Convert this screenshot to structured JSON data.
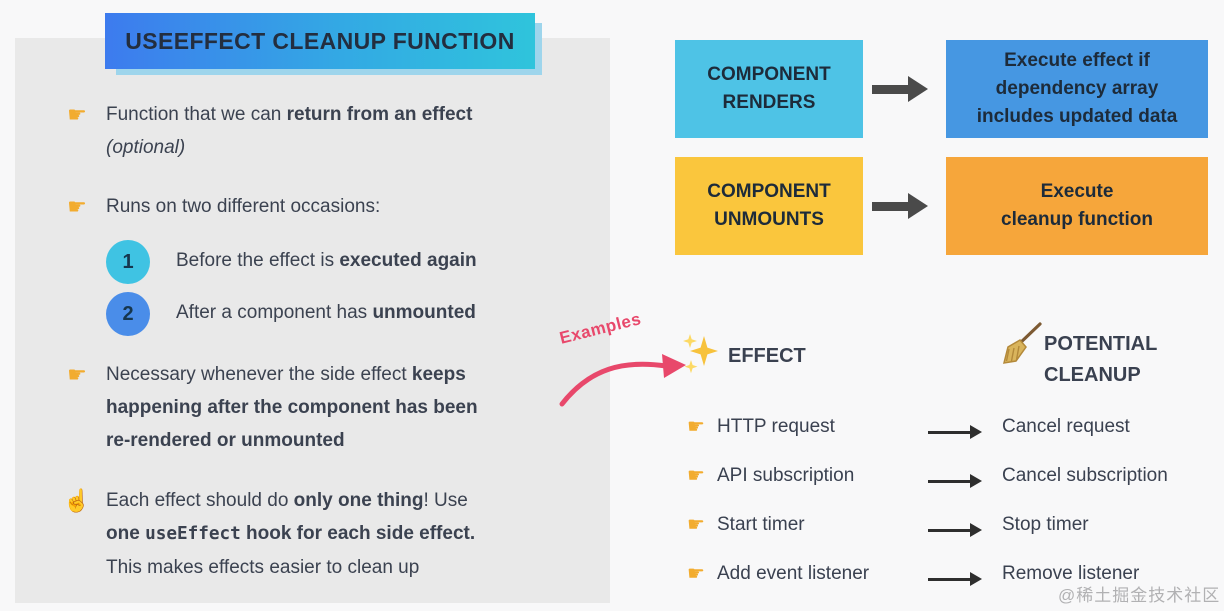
{
  "title": "USEEFFECT CLEANUP FUNCTION",
  "colors": {
    "banner_gradient_start": "#3d7bee",
    "banner_gradient_end": "#2fc4dc",
    "banner_shadow": "#9ed5ec",
    "panel_bg": "#e9e9e9",
    "page_bg": "#f8f8f9",
    "box_cyan": "#4ec3e6",
    "box_blue": "#4697e2",
    "box_yellow": "#fac63d",
    "box_orange": "#f6a63b",
    "circle_1": "#3fc3e3",
    "circle_2": "#4a8de9",
    "arrow_dark": "#4a4a4a",
    "examples_red": "#e8486b",
    "text_dark": "#3b4250",
    "hand_gold": "#f2ac2f",
    "watermark_gray": "#b1b1b3"
  },
  "bullets": {
    "b1": {
      "icon": "pointing-right-hand",
      "lines": [
        [
          {
            "t": "Function that we can "
          },
          {
            "t": "return from an effect",
            "b": true
          }
        ],
        [
          {
            "t": "(optional)",
            "i": true
          }
        ]
      ]
    },
    "b2": {
      "icon": "pointing-right-hand",
      "lines": [
        [
          {
            "t": "Runs on two different occasions:"
          }
        ]
      ],
      "sub_items": [
        {
          "num": "1",
          "lines": [
            [
              {
                "t": "Before the effect is "
              },
              {
                "t": "executed again",
                "b": true
              }
            ]
          ]
        },
        {
          "num": "2",
          "lines": [
            [
              {
                "t": "After a component has "
              },
              {
                "t": "unmounted",
                "b": true
              }
            ]
          ]
        }
      ]
    },
    "b3": {
      "icon": "pointing-right-hand",
      "lines": [
        [
          {
            "t": "Necessary whenever the side effect "
          },
          {
            "t": "keeps",
            "b": true
          }
        ],
        [
          {
            "t": "happening after the component has been",
            "b": true
          }
        ],
        [
          {
            "t": "re-rendered or unmounted",
            "b": true
          }
        ]
      ]
    },
    "b4": {
      "icon": "index-up-hand",
      "lines": [
        [
          {
            "t": "Each effect should do "
          },
          {
            "t": "only one thing",
            "b": true
          },
          {
            "t": "! Use"
          }
        ],
        [
          {
            "t": "one ",
            "b": true
          },
          {
            "t": "useEffect",
            "m": true
          },
          {
            "t": " hook for each side effect.",
            "b": true
          }
        ],
        [
          {
            "t": "This makes effects easier to clean up"
          }
        ]
      ]
    }
  },
  "flow": {
    "rows": [
      {
        "source": {
          "lines": [
            [
              {
                "t": "COMPONENT"
              }
            ],
            [
              {
                "t": "RENDERS",
                "b": true
              }
            ]
          ]
        },
        "target": {
          "lines": [
            [
              {
                "t": "Execute effect if"
              }
            ],
            [
              {
                "t": "dependency array",
                "b": true
              }
            ],
            [
              {
                "t": "includes updated data"
              }
            ]
          ]
        }
      },
      {
        "source": {
          "lines": [
            [
              {
                "t": "COMPONENT"
              }
            ],
            [
              {
                "t": "UNMOUNTS",
                "b": true
              }
            ]
          ]
        },
        "target": {
          "lines": [
            [
              {
                "t": "Execute"
              }
            ],
            [
              {
                "t": "cleanup function",
                "b": true
              }
            ]
          ]
        }
      }
    ]
  },
  "examples": {
    "label": "Examples",
    "effect_header": "EFFECT",
    "cleanup_header_lines": [
      [
        {
          "t": "POTENTIAL"
        }
      ],
      [
        {
          "t": "CLEANUP"
        }
      ]
    ],
    "rows": [
      {
        "effect": "HTTP request",
        "cleanup": "Cancel request"
      },
      {
        "effect": "API subscription",
        "cleanup": "Cancel subscription"
      },
      {
        "effect": "Start timer",
        "cleanup": "Stop timer"
      },
      {
        "effect": "Add event listener",
        "cleanup": "Remove listener"
      }
    ]
  },
  "icons": {
    "pointing_hand": "☛",
    "index_up_hand": "☝"
  },
  "watermark": "@稀土掘金技术社区"
}
